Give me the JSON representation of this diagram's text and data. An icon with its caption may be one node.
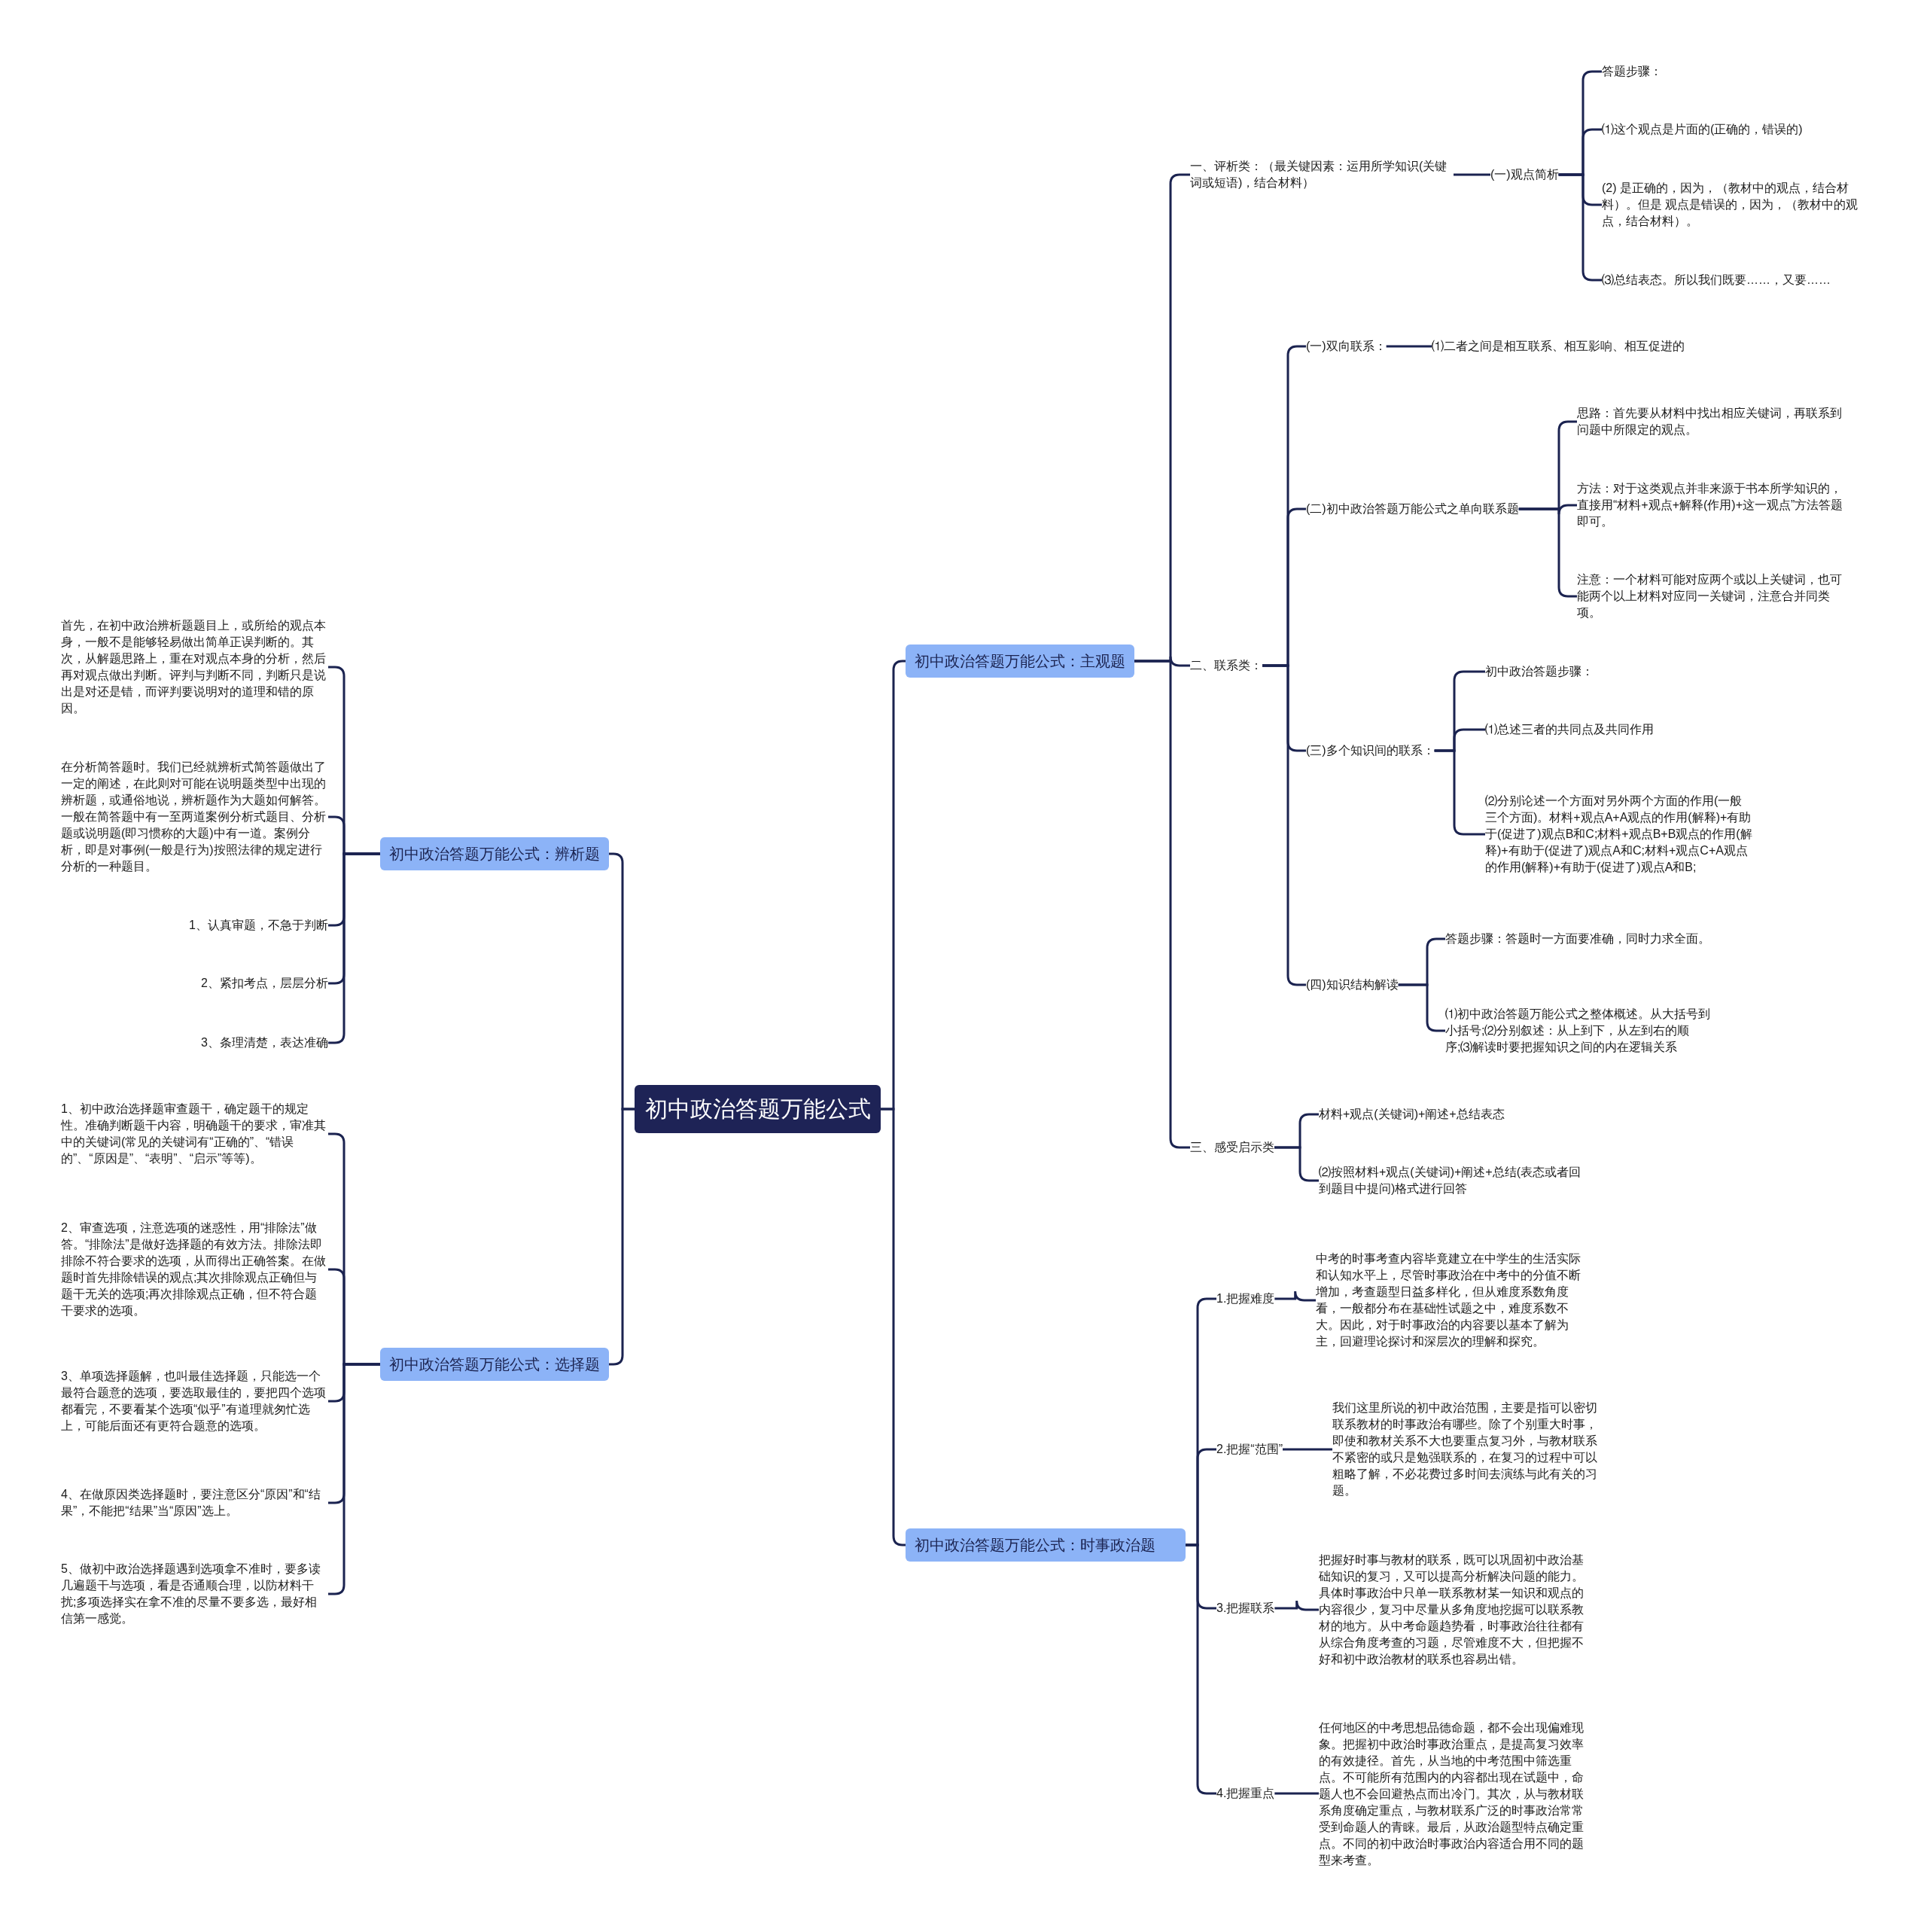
{
  "diagram": {
    "nodes": [
      {
        "text": [
          "初中政治答题万能公式"
        ]
      },
      {
        "text": [
          "初中政治答题万能公式：主观题"
        ]
      },
      {
        "text": [
          "一、评析类：（最关键因素：运用所学知识(关键词或短语)，结合材料）"
        ]
      },
      {
        "text": [
          "(一)观点简析"
        ]
      },
      {
        "text": [
          "答题步骤："
        ]
      },
      {
        "text": [
          "⑴这个观点是片面的(正确的，错误的)"
        ]
      },
      {
        "text": [
          "(2) 是正确的，因为，（教材中的观点，结合材料）。但是 观点是错误的，因为，（教材中的观点，结合材料）。"
        ]
      },
      {
        "text": [
          "⑶总结表态。所以我们既要……，又要……"
        ]
      },
      {
        "text": [
          "二、联系类："
        ]
      },
      {
        "text": [
          "(一)双向联系："
        ]
      },
      {
        "text": [
          "⑴二者之间是相互联系、相互影响、相互促进的"
        ]
      },
      {
        "text": [
          "(二)初中政治答题万能公式之单向联系题"
        ]
      },
      {
        "text": [
          "思路：首先要从材料中找出相应关键词，再联系到问题中所限定的观点。"
        ]
      },
      {
        "text": [
          "方法：对于这类观点并非来源于书本所学知识的，直接用“材料+观点+解释(作用)+这一观点”方法答题即可。"
        ]
      },
      {
        "text": [
          "注意：一个材料可能对应两个或以上关键词，也可能两个以上材料对应同一关键词，注意合并同类项。"
        ]
      },
      {
        "text": [
          "(三)多个知识间的联系："
        ]
      },
      {
        "text": [
          "初中政治答题步骤："
        ]
      },
      {
        "text": [
          "⑴总述三者的共同点及共同作用"
        ]
      },
      {
        "text": [
          "⑵分别论述一个方面对另外两个方面的作用(一般三个方面)。材料+观点A+A观点的作用(解释)+有助于(促进了)观点B和C;材料+观点B+B观点的作用(解释)+有助于(促进了)观点A和C;材料+观点C+A观点的作用(解释)+有助于(促进了)观点A和B;"
        ]
      },
      {
        "text": [
          "(四)知识结构解读"
        ]
      },
      {
        "text": [
          "答题步骤：答题时一方面要准确，同时力求全面。"
        ]
      },
      {
        "text": [
          "⑴初中政治答题万能公式之整体概述。从大括号到小括号;⑵分别叙述：从上到下，从左到右的顺序;⑶解读时要把握知识之间的内在逻辑关系"
        ]
      },
      {
        "text": [
          "三、感受启示类"
        ]
      },
      {
        "text": [
          "材料+观点(关键词)+阐述+总结表态"
        ]
      },
      {
        "text": [
          "⑵按照材料+观点(关键词)+阐述+总结(表态或者回到题目中提问)格式进行回答"
        ]
      },
      {
        "text": [
          "初中政治答题万能公式：时事政治题"
        ]
      },
      {
        "text": [
          "1.把握难度"
        ]
      },
      {
        "text": [
          "中考的时事考查内容毕竟建立在中学生的生活实际和认知水平上，尽管时事政治在中考中的分值不断增加，考查题型日益多样化，但从难度系数角度看，一般都分布在基础性试题之中，难度系数不大。因此，对于时事政治的内容要以基本了解为主，回避理论探讨和深层次的理解和探究。"
        ]
      },
      {
        "text": [
          "2.把握“范围”"
        ]
      },
      {
        "text": [
          "我们这里所说的初中政治范围，主要是指可以密切联系教材的时事政治有哪些。除了个别重大时事，即使和教材关系不大也要重点复习外，与教材联系不紧密的或只是勉强联系的，在复习的过程中可以粗略了解，不必花费过多时间去演练与此有关的习题。"
        ]
      },
      {
        "text": [
          "3.把握联系"
        ]
      },
      {
        "text": [
          "把握好时事与教材的联系，既可以巩固初中政治基础知识的复习，又可以提高分析解决问题的能力。具体时事政治中只单一联系教材某一知识和观点的内容很少，复习中尽量从多角度地挖掘可以联系教材的地方。从中考命题趋势看，时事政治往往都有从综合角度考查的习题，尽管难度不大，但把握不好和初中政治教材的联系也容易出错。"
        ]
      },
      {
        "text": [
          "4.把握重点"
        ]
      },
      {
        "text": [
          "任何地区的中考思想品德命题，都不会出现偏难现象。把握初中政治时事政治重点，是提高复习效率的有效捷径。首先，从当地的中考范围中筛选重点。不可能所有范围内的内容都出现在试题中，命题人也不会回避热点而出冷门。其次，从与教材联系角度确定重点，与教材联系广泛的时事政治常常受到命题人的青睐。最后，从政治题型特点确定重点。不同的初中政治时事政治内容适合用不同的题型来考查。"
        ]
      },
      {
        "text": [
          "初中政治答题万能公式：辨析题"
        ]
      },
      {
        "text": [
          "首先，在初中政治辨析题题目上，或所给的观点本身，一般不是能够轻易做出简单正误判断的。其次，从解题思路上，重在对观点本身的分析，然后再对观点做出判断。评判与判断不同，判断只是说出是对还是错，而评判要说明对的道理和错的原因。"
        ]
      },
      {
        "text": [
          "在分析简答题时。我们已经就辨析式简答题做出了一定的阐述，在此则对可能在说明题类型中出现的辨析题，或通俗地说，辨析题作为大题如何解答。一般在简答题中有一至两道案例分析式题目、分析题或说明题(即习惯称的大题)中有一道。案例分析，即是对事例(一般是行为)按照法律的规定进行分析的一种题目。"
        ]
      },
      {
        "text": [
          "1、认真审题，不急于判断"
        ]
      },
      {
        "text": [
          "2、紧扣考点，层层分析"
        ]
      },
      {
        "text": [
          "3、条理清楚，表达准确"
        ]
      },
      {
        "text": [
          "初中政治答题万能公式：选择题"
        ]
      },
      {
        "text": [
          "1、初中政治选择题审查题干，确定题干的规定性。准确判断题干内容，明确题干的要求，审准其中的关键词(常见的关键词有“正确的”、“错误的”、“原因是”、“表明”、“启示”等等)。"
        ]
      },
      {
        "text": [
          "2、审查选项，注意选项的迷惑性，用“排除法”做答。“排除法”是做好选择题的有效方法。排除法即排除不符合要求的选项，从而得出正确答案。在做题时首先排除错误的观点;其次排除观点正确但与题干无关的选项;再次排除观点正确，但不符合题干要求的选项。"
        ]
      },
      {
        "text": [
          "3、单项选择题解，也叫最佳选择题，只能选一个最符合题意的选项，要选取最佳的，要把四个选项都看完，不要看某个选项“似乎”有道理就匆忙选上，可能后面还有更符合题意的选项。"
        ]
      },
      {
        "text": [
          "4、在做原因类选择题时，要注意区分“原因”和“结果”，不能把“结果”当“原因”选上。"
        ]
      },
      {
        "text": [
          "5、做初中政治选择题遇到选项拿不准时，要多读几遍题干与选项，看是否通顺合理，以防材料干扰;多项选择实在拿不准的尽量不要多选，最好相信第一感觉。"
        ]
      }
    ],
    "edges": [
      {
        "from": 0,
        "to": 1,
        "arrow": "none"
      },
      {
        "from": 0,
        "to": 25,
        "arrow": "none"
      },
      {
        "from": 0,
        "to": 34,
        "arrow": "none"
      },
      {
        "from": 0,
        "to": 40,
        "arrow": "none"
      },
      {
        "from": 1,
        "to": 2,
        "arrow": "none"
      },
      {
        "from": 1,
        "to": 8,
        "arrow": "none"
      },
      {
        "from": 1,
        "to": 22,
        "arrow": "none"
      },
      {
        "from": 2,
        "to": 3,
        "arrow": "none"
      },
      {
        "from": 3,
        "to": 4,
        "arrow": "none"
      },
      {
        "from": 3,
        "to": 5,
        "arrow": "none"
      },
      {
        "from": 3,
        "to": 6,
        "arrow": "none"
      },
      {
        "from": 3,
        "to": 7,
        "arrow": "none"
      },
      {
        "from": 8,
        "to": 9,
        "arrow": "none"
      },
      {
        "from": 8,
        "to": 11,
        "arrow": "none"
      },
      {
        "from": 8,
        "to": 15,
        "arrow": "none"
      },
      {
        "from": 8,
        "to": 19,
        "arrow": "none"
      },
      {
        "from": 9,
        "to": 10,
        "arrow": "none"
      },
      {
        "from": 11,
        "to": 12,
        "arrow": "none"
      },
      {
        "from": 11,
        "to": 13,
        "arrow": "none"
      },
      {
        "from": 11,
        "to": 14,
        "arrow": "none"
      },
      {
        "from": 15,
        "to": 16,
        "arrow": "none"
      },
      {
        "from": 15,
        "to": 17,
        "arrow": "none"
      },
      {
        "from": 15,
        "to": 18,
        "arrow": "none"
      },
      {
        "from": 19,
        "to": 20,
        "arrow": "none"
      },
      {
        "from": 19,
        "to": 21,
        "arrow": "none"
      },
      {
        "from": 22,
        "to": 23,
        "arrow": "none"
      },
      {
        "from": 22,
        "to": 24,
        "arrow": "none"
      },
      {
        "from": 25,
        "to": 26,
        "arrow": "none"
      },
      {
        "from": 25,
        "to": 28,
        "arrow": "none"
      },
      {
        "from": 25,
        "to": 30,
        "arrow": "none"
      },
      {
        "from": 25,
        "to": 32,
        "arrow": "none"
      },
      {
        "from": 26,
        "to": 27,
        "arrow": "none"
      },
      {
        "from": 28,
        "to": 29,
        "arrow": "none"
      },
      {
        "from": 30,
        "to": 31,
        "arrow": "none"
      },
      {
        "from": 32,
        "to": 33,
        "arrow": "none"
      },
      {
        "from": 34,
        "to": 35,
        "arrow": "none"
      },
      {
        "from": 34,
        "to": 36,
        "arrow": "none"
      },
      {
        "from": 34,
        "to": 37,
        "arrow": "none"
      },
      {
        "from": 34,
        "to": 38,
        "arrow": "none"
      },
      {
        "from": 34,
        "to": 39,
        "arrow": "none"
      },
      {
        "from": 40,
        "to": 41,
        "arrow": "none"
      },
      {
        "from": 40,
        "to": 42,
        "arrow": "none"
      },
      {
        "from": 40,
        "to": 43,
        "arrow": "none"
      },
      {
        "from": 40,
        "to": 44,
        "arrow": "none"
      },
      {
        "from": 40,
        "to": 45,
        "arrow": "none"
      }
    ]
  }
}
